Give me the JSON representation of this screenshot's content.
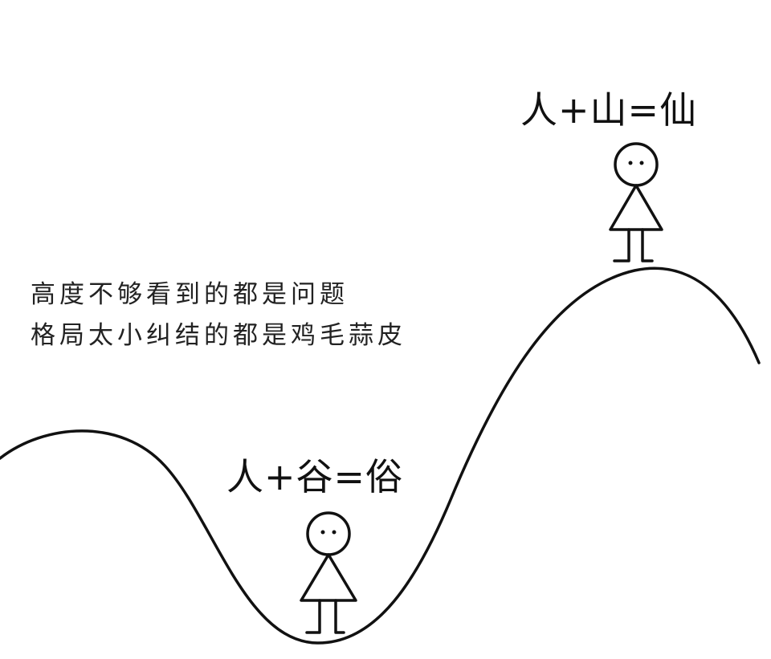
{
  "peak_equation": "人+山=仙",
  "valley_equation": "人+谷=俗",
  "quote": {
    "line1": "高度不够看到的都是问题",
    "line2": "格局太小纠结的都是鸡毛蒜皮"
  },
  "colors": {
    "background": "#ffffff",
    "ink": "#111111"
  }
}
